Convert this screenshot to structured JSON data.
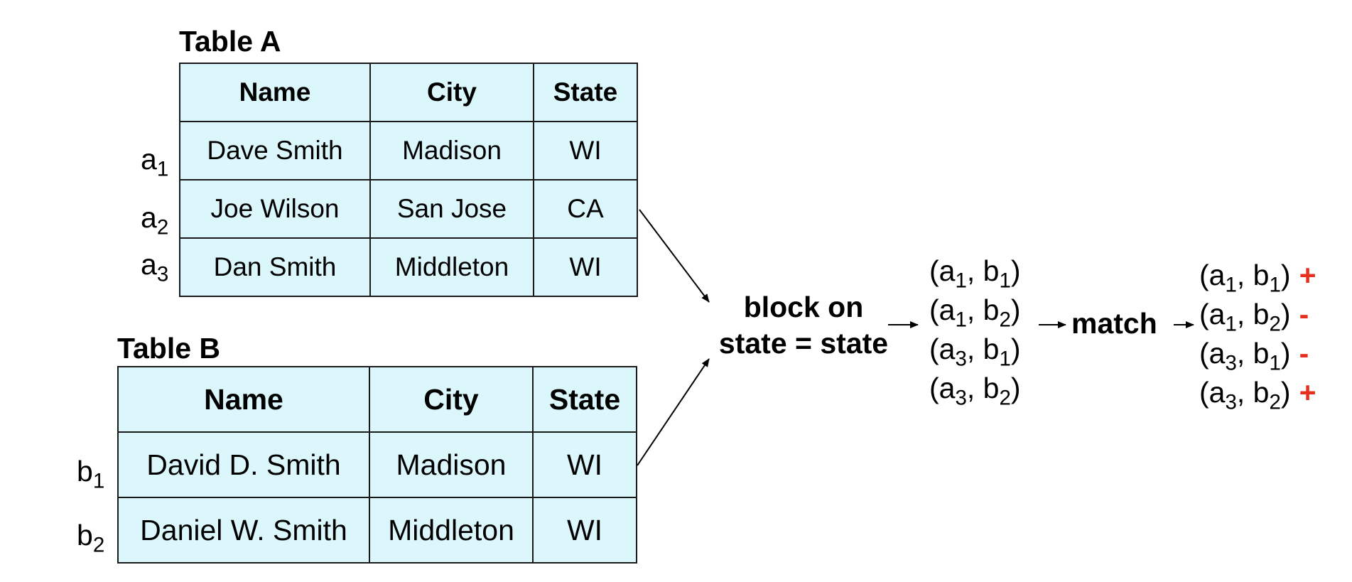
{
  "colors": {
    "cell_fill": "#dbf7fc",
    "border": "#1a1a1a",
    "sign": "#e8301f"
  },
  "table_a": {
    "title": "Table A",
    "headers": [
      "Name",
      "City",
      "State"
    ],
    "rows": [
      {
        "label": "a",
        "sub": "1",
        "cells": [
          "Dave Smith",
          "Madison",
          "WI"
        ]
      },
      {
        "label": "a",
        "sub": "2",
        "cells": [
          "Joe Wilson",
          "San Jose",
          "CA"
        ]
      },
      {
        "label": "a",
        "sub": "3",
        "cells": [
          "Dan Smith",
          "Middleton",
          "WI"
        ]
      }
    ]
  },
  "table_b": {
    "title": "Table B",
    "headers": [
      "Name",
      "City",
      "State"
    ],
    "rows": [
      {
        "label": "b",
        "sub": "1",
        "cells": [
          "David D. Smith",
          "Madison",
          "WI"
        ]
      },
      {
        "label": "b",
        "sub": "2",
        "cells": [
          "Daniel W. Smith",
          "Middleton",
          "WI"
        ]
      }
    ]
  },
  "block": {
    "line1": "block on",
    "line2": "state = state"
  },
  "candidates": [
    {
      "a": "1",
      "b": "1"
    },
    {
      "a": "1",
      "b": "2"
    },
    {
      "a": "3",
      "b": "1"
    },
    {
      "a": "3",
      "b": "2"
    }
  ],
  "match_label": "match",
  "results": [
    {
      "a": "1",
      "b": "1",
      "sign": "+"
    },
    {
      "a": "1",
      "b": "2",
      "sign": "-"
    },
    {
      "a": "3",
      "b": "1",
      "sign": "-"
    },
    {
      "a": "3",
      "b": "2",
      "sign": "+"
    }
  ]
}
